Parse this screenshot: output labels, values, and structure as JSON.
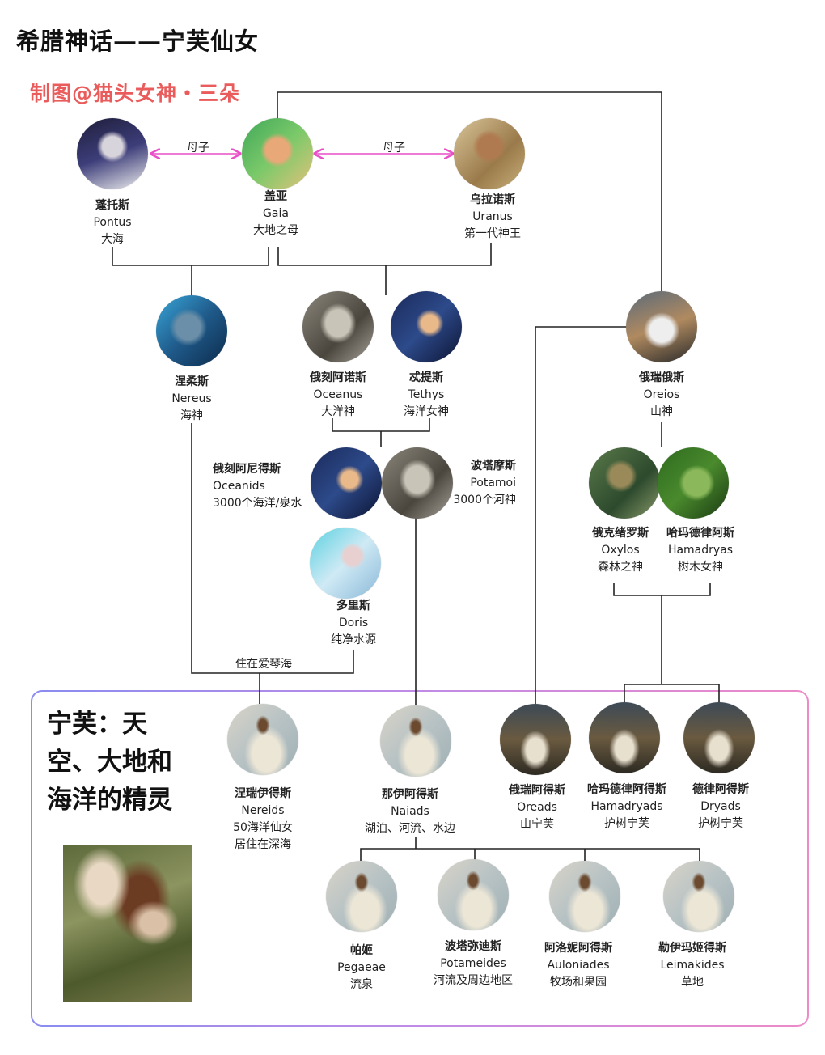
{
  "title": "希腊神话——宁芙仙女",
  "credit": "制图@猫头女神・三朵",
  "relations": {
    "mother_son_1": "母子",
    "mother_son_2": "母子",
    "aegean": "住在爱琴海"
  },
  "nymph_box_title": "宁芙：天空、大地和海洋的精灵",
  "nodes": {
    "pontus": {
      "name": "蓬托斯",
      "en": "Pontus",
      "desc": [
        "大海"
      ]
    },
    "gaia": {
      "name": "盖亚",
      "en": "Gaia",
      "desc": [
        "大地之母"
      ]
    },
    "uranus": {
      "name": "乌拉诺斯",
      "en": "Uranus",
      "desc": [
        "第一代神王"
      ]
    },
    "nereus": {
      "name": "涅柔斯",
      "en": "Nereus",
      "desc": [
        "海神"
      ]
    },
    "oceanus": {
      "name": "俄刻阿诺斯",
      "en": "Oceanus",
      "desc": [
        "大洋神"
      ]
    },
    "tethys": {
      "name": "忒提斯",
      "en": "Tethys",
      "desc": [
        "海洋女神"
      ]
    },
    "oreios": {
      "name": "俄瑞俄斯",
      "en": "Oreios",
      "desc": [
        "山神"
      ]
    },
    "oceanids": {
      "name": "俄刻阿尼得斯",
      "en": "Oceanids",
      "desc": [
        "3000个海洋/泉水"
      ]
    },
    "potamoi": {
      "name": "波塔摩斯",
      "en": "Potamoi",
      "desc": [
        "3000个河神"
      ]
    },
    "doris": {
      "name": "多里斯",
      "en": "Doris",
      "desc": [
        "纯净水源"
      ]
    },
    "oxylos": {
      "name": "俄克绪罗斯",
      "en": "Oxylos",
      "desc": [
        "森林之神"
      ]
    },
    "hamadryas": {
      "name": "哈玛德律阿斯",
      "en": "Hamadryas",
      "desc": [
        "树木女神"
      ]
    },
    "nereids": {
      "name": "涅瑞伊得斯",
      "en": "Nereids",
      "desc": [
        "50海洋仙女",
        "居住在深海"
      ]
    },
    "naiads": {
      "name": "那伊阿得斯",
      "en": "Naiads",
      "desc": [
        "湖泊、河流、水边"
      ]
    },
    "oreads": {
      "name": "俄瑞阿得斯",
      "en": "Oreads",
      "desc": [
        "山宁芙"
      ]
    },
    "hamadryads": {
      "name": "哈玛德律阿得斯",
      "en": "Hamadryads",
      "desc": [
        "护树宁芙"
      ]
    },
    "dryads": {
      "name": "德律阿得斯",
      "en": "Dryads",
      "desc": [
        "护树宁芙"
      ]
    },
    "pegaeae": {
      "name": "帕姬",
      "en": "Pegaeae",
      "desc": [
        "流泉"
      ]
    },
    "potameides": {
      "name": "波塔弥迪斯",
      "en": "Potameides",
      "desc": [
        "河流及周边地区"
      ]
    },
    "auloniades": {
      "name": "阿洛妮阿得斯",
      "en": "Auloniades",
      "desc": [
        "牧场和果园"
      ]
    },
    "leimakides": {
      "name": "勒伊玛姬得斯",
      "en": "Leimakides",
      "desc": [
        "草地"
      ]
    }
  },
  "colors": {
    "arrow": "#e84fc8",
    "credit": "#ea5b5b",
    "line": "#222222"
  }
}
